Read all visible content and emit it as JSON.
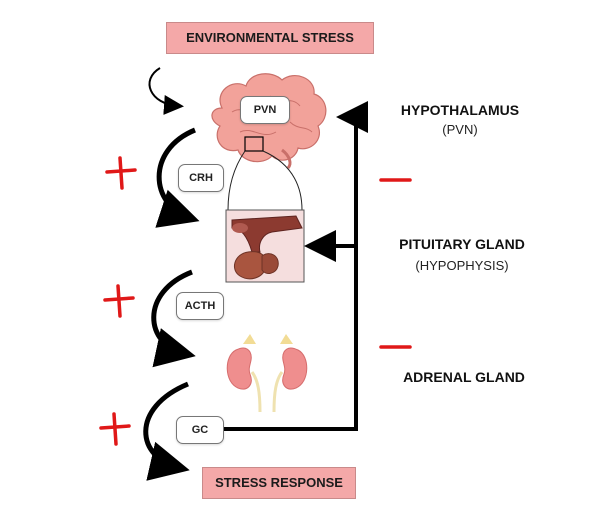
{
  "top_box": {
    "label": "ENVIRONMENTAL STRESS"
  },
  "bottom_box": {
    "label": "STRESS RESPONSE"
  },
  "hormones": {
    "pvn": "PVN",
    "crh": "CRH",
    "acth": "ACTH",
    "gc": "GC"
  },
  "organs": {
    "hypothalamus": {
      "name": "HYPOTHALAMUS",
      "sub": "(PVN)"
    },
    "pituitary": {
      "name": "PITUITARY GLAND",
      "sub": "(HYPOPHYSIS)"
    },
    "adrenal": {
      "name": "ADRENAL GLAND"
    }
  },
  "signs": {
    "plus": "+",
    "minus": "−"
  },
  "colors": {
    "box_fill": "#f4a8a8",
    "brain": "#f2a29a",
    "sign_red": "#e01818",
    "arrow": "#000000"
  }
}
